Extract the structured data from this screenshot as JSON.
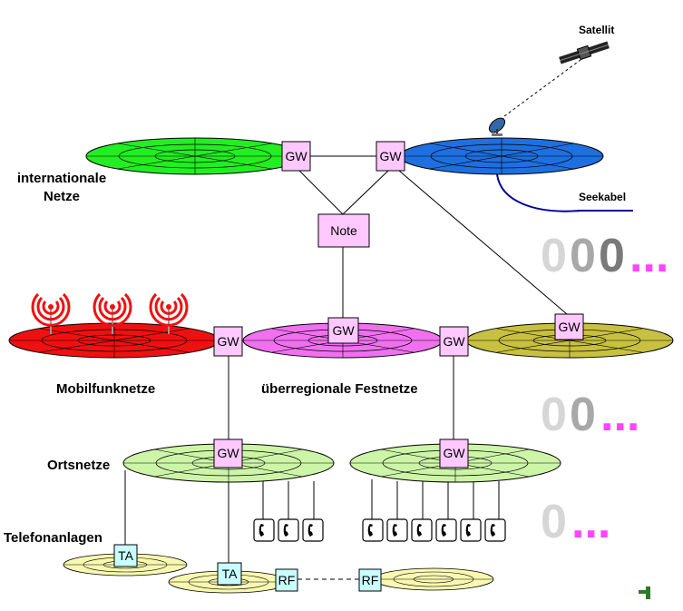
{
  "labels": {
    "satellite": "Satellit",
    "sea_cable": "Seekabel",
    "international": [
      "internationale",
      "Netze"
    ],
    "mobile": "Mobilfunknetze",
    "national": "überregionale Festnetze",
    "local": "Ortsnetze",
    "pbx": "Telefonanlagen"
  },
  "boxes": {
    "gateway": "GW",
    "note": "Note",
    "terminal_adapter": "TA",
    "radio": "RF"
  },
  "prefixes": {
    "international": [
      "0",
      "0",
      "0",
      "..."
    ],
    "national": [
      "0",
      "0",
      "..."
    ],
    "local": [
      "0",
      "..."
    ]
  },
  "colors": {
    "international_green": "#22ee22",
    "international_blue": "#1e6fe0",
    "mobile_red": "#ee1111",
    "national_magenta": "#f070f0",
    "national_olive": "#c8c040",
    "local_green": "#cdf5a8",
    "pbx_yellow": "#f8f8b0",
    "gateway_box": "#ffc8ff",
    "adapter_box": "#c8ffff",
    "sea_cable": "#000099",
    "prefix_dot": "#ff44ff"
  },
  "icons": [
    "satellite-icon",
    "dish-icon",
    "antenna-icon",
    "telephone-icon",
    "plug-icon"
  ]
}
